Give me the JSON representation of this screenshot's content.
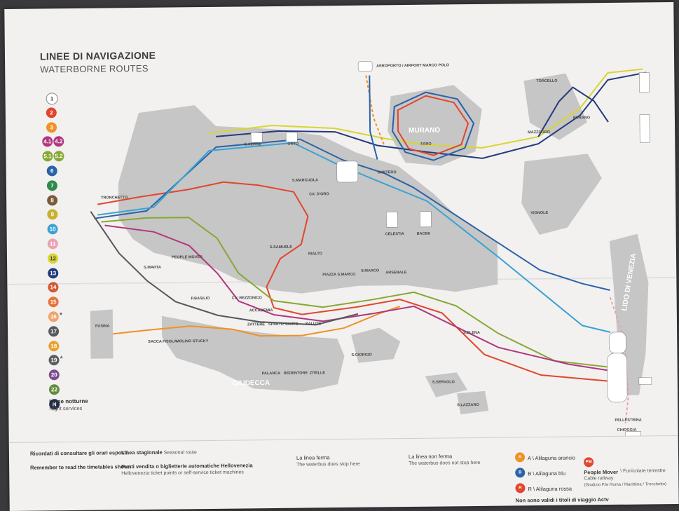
{
  "title": "LINEE DI NAVIGAZIONE",
  "subtitle": "WATERBORNE ROUTES",
  "legend_lines": [
    {
      "label": "1",
      "color": "#ffffff",
      "text": "#444",
      "border": "#888"
    },
    {
      "label": "2",
      "color": "#e2462d",
      "text": "#fff"
    },
    {
      "label": "3",
      "color": "#f09126",
      "text": "#fff"
    },
    {
      "label": "4.1",
      "color": "#b0377e",
      "text": "#fff",
      "pair": {
        "label": "4.2",
        "color": "#b0377e"
      }
    },
    {
      "label": "5.1",
      "color": "#86a833",
      "text": "#fff",
      "pair": {
        "label": "5.2",
        "color": "#86a833"
      }
    },
    {
      "label": "6",
      "color": "#2a63a8",
      "text": "#fff"
    },
    {
      "label": "7",
      "color": "#2f8a4a",
      "text": "#fff"
    },
    {
      "label": "8",
      "color": "#7a5a3a",
      "text": "#fff"
    },
    {
      "label": "9",
      "color": "#c9b032",
      "text": "#fff"
    },
    {
      "label": "10",
      "color": "#3aa3d3",
      "text": "#fff"
    },
    {
      "label": "11",
      "color": "#e9a3b6",
      "text": "#fff"
    },
    {
      "label": "12",
      "color": "#d8d532",
      "text": "#444"
    },
    {
      "label": "13",
      "color": "#253a7c",
      "text": "#fff"
    },
    {
      "label": "14",
      "color": "#d25a34",
      "text": "#fff"
    },
    {
      "label": "15",
      "color": "#e8733a",
      "text": "#fff"
    },
    {
      "label": "16",
      "color": "#f0a46a",
      "text": "#fff",
      "star": true
    },
    {
      "label": "17",
      "color": "#55585c",
      "text": "#fff"
    },
    {
      "label": "18",
      "color": "#e8a12e",
      "text": "#fff"
    },
    {
      "label": "19",
      "color": "#5c5f62",
      "text": "#fff",
      "star": true
    },
    {
      "label": "20",
      "color": "#7e4b8e",
      "text": "#fff"
    },
    {
      "label": "22",
      "color": "#5f8e3a",
      "text": "#fff"
    },
    {
      "label": "N",
      "color": "#1e2b4a",
      "text": "#fff"
    }
  ],
  "night": {
    "label": "Linee notturne",
    "sub": "Night services"
  },
  "stops": {
    "airport": "AEROPORTO / AIRPORT MARCO POLO",
    "murano": "MURANO",
    "giudecca": "GIUDECCA",
    "lido": "LIDO DI VENEZIA",
    "fusina": "FUSINA",
    "s_alvise": "S.ALVISE",
    "orto": "ORTO",
    "s_marcuola": "S.MARCUOLA",
    "ca_doro": "CA' D'ORO",
    "rialto": "RIALTO",
    "s_samuele": "S.SAMUELE",
    "accademia": "ACCADEMIA",
    "ca_rezzonico": "CA' REZZONICO",
    "zattere": "ZATTERE",
    "spirito_santo": "SPIRITO SANTO",
    "salute": "SALUTE",
    "s_marco": "S.MARCO",
    "piazza_s_marco": "PIAZZA S.MARCO",
    "arsenale": "ARSENALE",
    "s_giorgio": "S.GIORGIO",
    "palanca": "PALANCA",
    "redentore": "REDENTORE",
    "zitelle": "ZITELLE",
    "sacca_fisola": "SACCA FISOLA",
    "molino_stucky": "MOLINO STUCKY",
    "p_basilio": "P.BASILIO",
    "s_marta": "S.MARTA",
    "celestia": "CELESTIA",
    "bacini": "BACINI",
    "cimitero": "CIMITERO",
    "s_servolo": "S.SERVOLO",
    "s_lazzaro": "S.LAZZARO",
    "pellestrina": "PELLESTRINA",
    "chioggia": "CHIOGGIA",
    "tronchetto": "TRONCHETTO",
    "people_mover": "PEOPLE MOVER",
    "faro": "FARO",
    "s_elena": "S.ELENA",
    "torcello": "TORCELLO",
    "mazzorbo": "MAZZORBO",
    "burano": "BURANO",
    "vignole": "VIGNOLE"
  },
  "footer": {
    "remember_it": "Ricordati di consultare gli orari esposti",
    "remember_en": "Remember to read the timetables shown",
    "seasonal_it": "Linea stagionale",
    "seasonal_en": "Seasonal route",
    "sales_it": "Punti vendita o biglietterie automatiche Hellovenezia",
    "sales_en": "Hellovenezia ticket points or self-service ticket machines",
    "stop_it": "La linea ferma",
    "stop_en": "The waterbus does stop here",
    "nostop_it": "La linea non ferma",
    "nostop_en": "The waterbus does not stop here",
    "alilaguna_a": "A \\ Alilaguna arancio",
    "alilaguna_b": "B \\ Alilaguna blu",
    "alilaguna_r": "R \\ Alilaguna rossa",
    "pm_title": "People Mover",
    "pm_sub": "\\ Funicolare terrestre",
    "pm_en": "Cable railway",
    "pm_route": "(Giudizio P.le Roma / Marittima / Tronchetto)",
    "not_valid": "Non sono validi i titoli di viaggio Actv"
  },
  "colors": {
    "bg": "#f2f1ef",
    "land": "#c6c6c6",
    "red": "#e2462d",
    "orange": "#f09126",
    "blue": "#2a63a8",
    "cyan": "#3aa3d3",
    "green": "#86a833",
    "purple": "#b0377e",
    "yellow": "#d8d532",
    "dark": "#253a7c",
    "grey": "#55585c"
  }
}
